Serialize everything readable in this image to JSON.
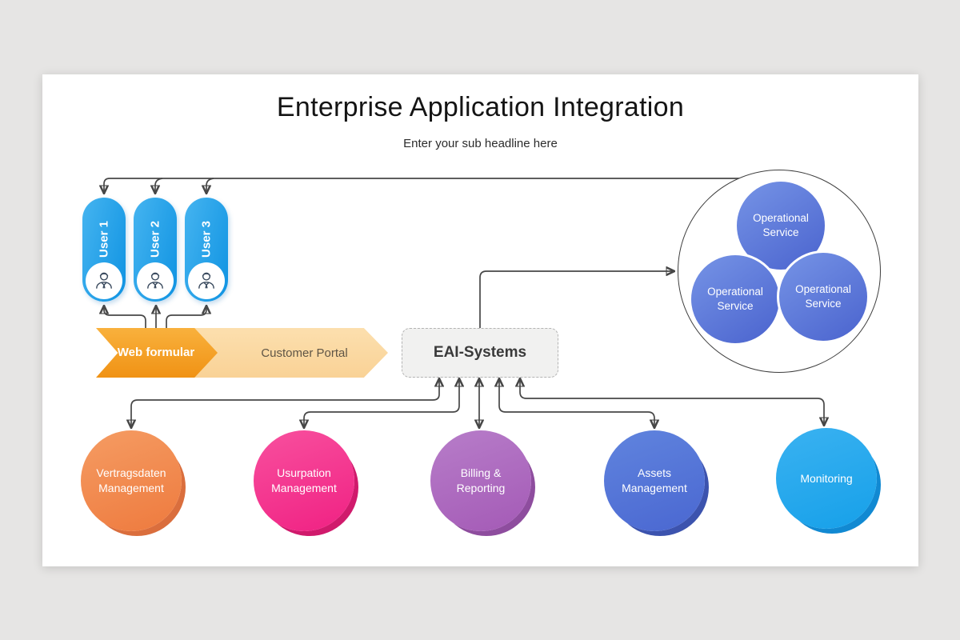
{
  "header": {
    "title": "Enterprise Application Integration",
    "subtitle": "Enter your sub headline here"
  },
  "users": [
    {
      "label": "User 1"
    },
    {
      "label": "User 2"
    },
    {
      "label": "User 3"
    }
  ],
  "pipeline": {
    "web_form_label": "Web formular",
    "customer_portal_label": "Customer Portal",
    "eai_label": "EAI-Systems"
  },
  "operational_services": [
    {
      "label": "Operational Service"
    },
    {
      "label": "Operational Service"
    },
    {
      "label": "Operational Service"
    }
  ],
  "services": [
    {
      "label": "Vertragsdaten Management",
      "color_top": "#f59c63",
      "color_bottom": "#ee7a3e",
      "shadow": "#da6e3d"
    },
    {
      "label": "Usurpation Management",
      "color_top": "#f8509e",
      "color_bottom": "#f02183",
      "shadow": "#d01a6c"
    },
    {
      "label": "Billing & Reporting",
      "color_top": "#b77dc9",
      "color_bottom": "#a45ab6",
      "shadow": "#8e4d9e"
    },
    {
      "label": "Assets Management",
      "color_top": "#6084de",
      "color_bottom": "#4a67d1",
      "shadow": "#3c53ae"
    },
    {
      "label": "Monitoring",
      "color_top": "#3ab2f1",
      "color_bottom": "#16a0e9",
      "shadow": "#1189d2"
    }
  ],
  "icons": {
    "user_icon": "businessman-icon"
  },
  "colors": {
    "background": "#e6e5e4",
    "slide": "#ffffff",
    "user_pill": "#1b9ce5",
    "operational_circle": "#5a77d8",
    "web_arrow": "#f49c22",
    "customer_arrow": "#fbd9a2",
    "eai_fill": "#f1f1f0",
    "connector": "#474747"
  }
}
